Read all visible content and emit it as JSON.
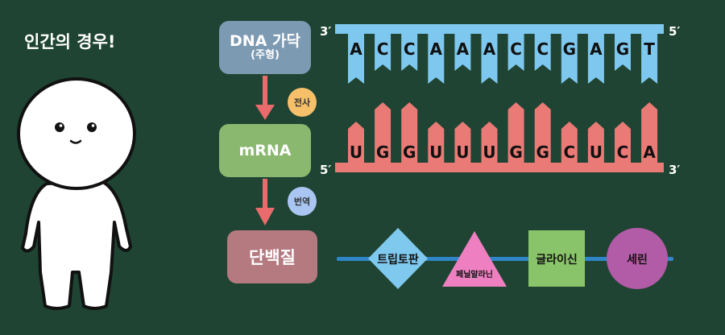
{
  "heading": "인간의 경우!",
  "flow": {
    "dna_label": "DNA 가닥",
    "dna_sub": "(주형)",
    "mrna_label": "mRNA",
    "protein_label": "단백질",
    "step1_label": "전사",
    "step2_label": "번역"
  },
  "dna_strand": {
    "left_end": "3′",
    "right_end": "5′",
    "bases": [
      "A",
      "C",
      "C",
      "A",
      "A",
      "A",
      "C",
      "C",
      "G",
      "A",
      "G",
      "T"
    ]
  },
  "mrna_strand": {
    "left_end": "5′",
    "right_end": "3′",
    "bases": [
      "U",
      "G",
      "G",
      "U",
      "U",
      "U",
      "G",
      "G",
      "C",
      "U",
      "C",
      "A"
    ]
  },
  "amino_acids": [
    {
      "name": "트립토판",
      "shape": "diamond",
      "color": "#7fc8ee"
    },
    {
      "name": "페닐알라닌",
      "shape": "triangle",
      "color": "#ee7fc0"
    },
    {
      "name": "글라이신",
      "shape": "square",
      "color": "#8ac46a"
    },
    {
      "name": "세린",
      "shape": "circle",
      "color": "#b25ba6"
    }
  ],
  "colors": {
    "background": "#1f4433",
    "dna": "#7ec8ef",
    "mrna": "#ea7a76",
    "chain": "#2f86c7",
    "arrow": "#e96b6b"
  }
}
